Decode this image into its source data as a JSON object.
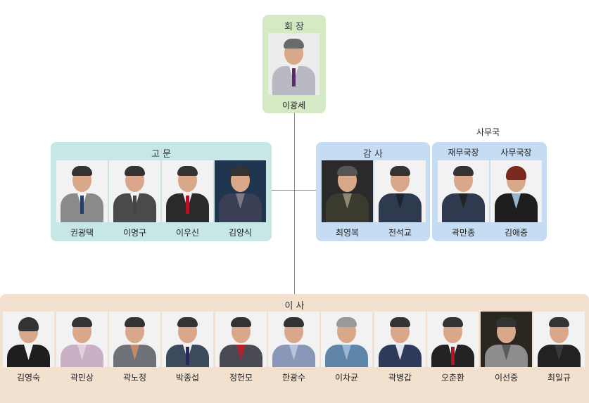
{
  "chairman": {
    "title": "회 장",
    "name": "이광세"
  },
  "advisors": {
    "title": "고 문",
    "names": [
      "권광택",
      "이명구",
      "이우신",
      "김양식"
    ]
  },
  "auditors": {
    "title": "감 사",
    "names": [
      "최영복",
      "전석교"
    ]
  },
  "secretariat": {
    "title": "사무국",
    "roles": [
      "재무국장",
      "사무국장"
    ],
    "names": [
      "곽만종",
      "김애중"
    ]
  },
  "directors": {
    "title": "이 사",
    "names": [
      "김영숙",
      "곽민상",
      "곽노정",
      "박종섭",
      "정헌모",
      "한광수",
      "이차균",
      "곽병갑",
      "오춘환",
      "이선중",
      "최일규"
    ]
  },
  "colors": {
    "chairman_bg": "#d4e9c4",
    "advisors_bg": "#c7e6e6",
    "auditors_bg": "#c5dcf2",
    "directors_bg": "#f3e1cf",
    "connector": "#8a8a8a"
  }
}
